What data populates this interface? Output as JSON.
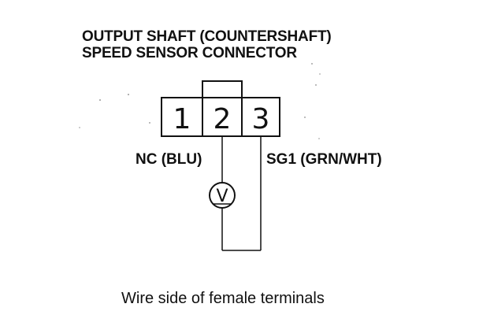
{
  "title": {
    "line1": "OUTPUT SHAFT (COUNTERSHAFT)",
    "line2": "SPEED SENSOR CONNECTOR"
  },
  "connector": {
    "pins": [
      "1",
      "2",
      "3"
    ]
  },
  "wires": {
    "left_label": "NC (BLU)",
    "right_label": "SG1 (GRN/WHT)"
  },
  "meter": {
    "symbol": "V",
    "icon": "voltmeter-icon"
  },
  "caption": "Wire side of female terminals"
}
